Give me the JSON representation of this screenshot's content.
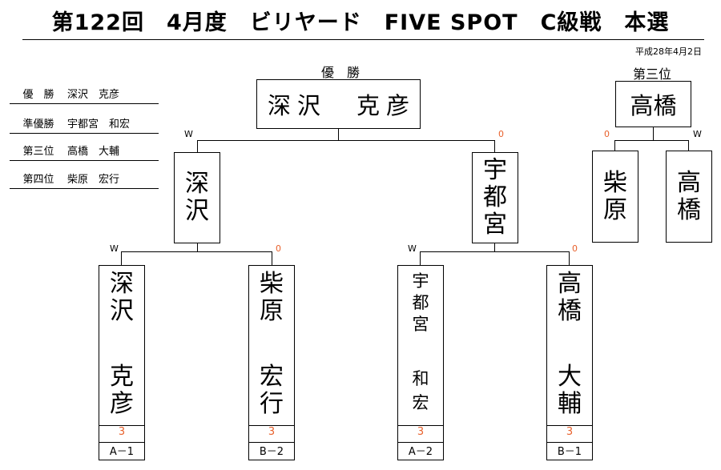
{
  "title": "第122回　4月度　ビリヤード　FIVE SPOT　C級戦　本選",
  "date": "平成28年4月2日",
  "standings": [
    {
      "place": "優　勝",
      "name": "深沢　克彦"
    },
    {
      "place": "準優勝",
      "name": "宇都宮　和宏"
    },
    {
      "place": "第三位",
      "name": "高橋　大輔"
    },
    {
      "place": "第四位",
      "name": "柴原　宏行"
    }
  ],
  "champion": {
    "label": "優　勝",
    "name": "深沢　克彦"
  },
  "third_place": {
    "label": "第三位",
    "winner": "高橋"
  },
  "semifinal": [
    {
      "name": "深沢",
      "marker": "W"
    },
    {
      "name": "宇都宮",
      "marker": "0"
    }
  ],
  "third_match": [
    {
      "name": "柴原",
      "marker": "0"
    },
    {
      "name": "高橋",
      "marker": "W"
    }
  ],
  "players": [
    {
      "surname": "深沢",
      "given": "克彦",
      "score": "3",
      "seed": "A－1",
      "marker": "W"
    },
    {
      "surname": "柴原",
      "given": "宏行",
      "score": "3",
      "seed": "B－2",
      "marker": "0"
    },
    {
      "surname": "宇都宮",
      "given": "和宏",
      "score": "3",
      "seed": "A－2",
      "marker": "W"
    },
    {
      "surname": "高橋",
      "given": "大輔",
      "score": "3",
      "seed": "B－1",
      "marker": "0"
    }
  ]
}
